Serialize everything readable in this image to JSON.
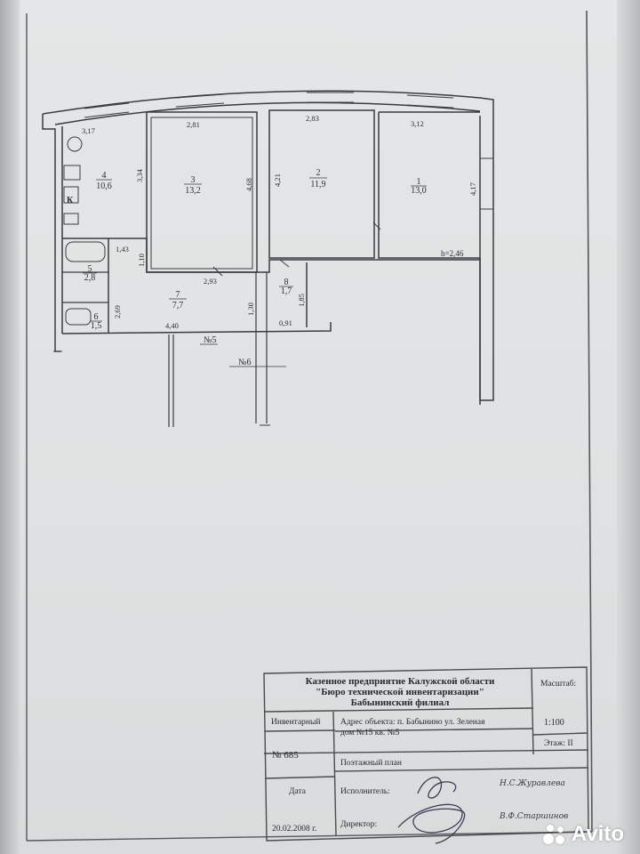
{
  "plan": {
    "rooms": [
      {
        "id": "1",
        "num": "1",
        "area": "13,0"
      },
      {
        "id": "2",
        "num": "2",
        "area": "11,9"
      },
      {
        "id": "3",
        "num": "3",
        "area": "13,2"
      },
      {
        "id": "4",
        "num": "4",
        "area": "10,6"
      },
      {
        "id": "5",
        "num": "5",
        "area": "2,8"
      },
      {
        "id": "6",
        "num": "6",
        "area": "1,5"
      },
      {
        "id": "7",
        "num": "7",
        "area": "7,7"
      },
      {
        "id": "8",
        "num": "8",
        "area": "1,7"
      }
    ],
    "dimensions": [
      "3,17",
      "2,81",
      "2,83",
      "3,12",
      "3,34",
      "4,68",
      "4,21",
      "4,17",
      "1,43",
      "1,10",
      "2,93",
      "2,69",
      "1,30",
      "1,85",
      "4,40",
      "0,91"
    ],
    "ceiling_height": "h=2,46",
    "kitchen_marker": "К",
    "neighbor_labels": [
      "№5",
      "№6"
    ]
  },
  "stamp": {
    "org_line1": "Казенное предприятие  Калужской области",
    "org_line2": "\"Бюро технической инвентаризации\"",
    "org_line3": "Бабынинский филиал",
    "scale_label": "Масштаб:",
    "scale_value": "1:100",
    "inventory_label": "Инвентарный",
    "inventory_number": "№ 685",
    "address_line1": "Адрес объекта: п. Бабынино ул. Зеленая",
    "address_line2": "дом №15 кв. №5",
    "floor_label": "Этаж: II",
    "doc_type": "Поэтажный план",
    "date_label": "Дата",
    "date_value": "20.02.2008  г.",
    "executor_label": "Исполнитель:",
    "executor_name": "Н.С.Журавлева",
    "director_label": "Директор:",
    "director_name": "В.Ф.Старшинов"
  },
  "watermark": {
    "text": "Avito",
    "icon": "avito-logo-icon"
  }
}
